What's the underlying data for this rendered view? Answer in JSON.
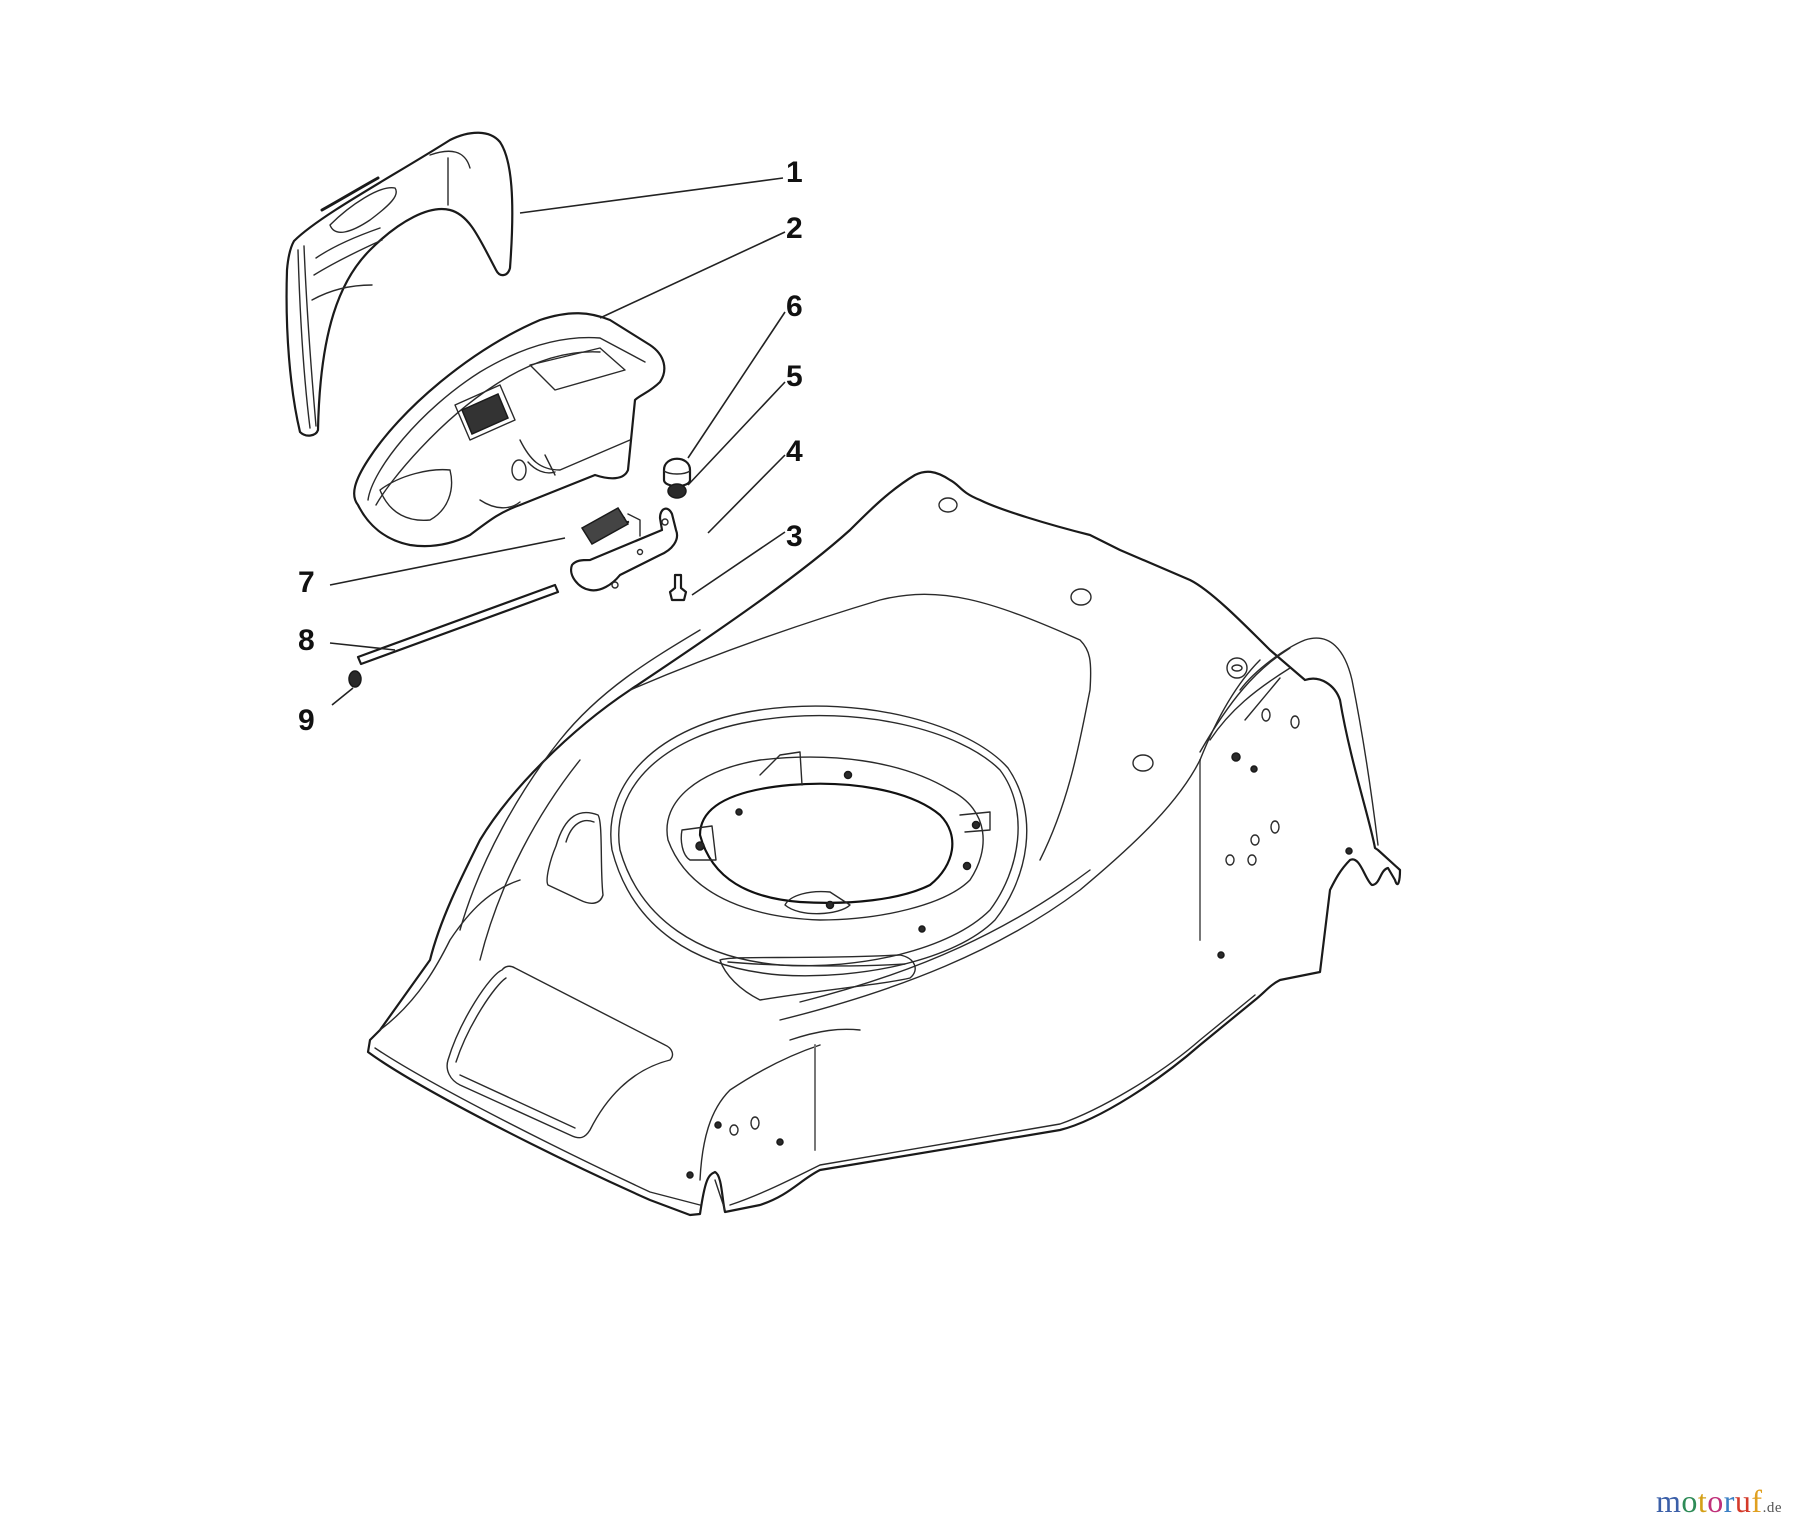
{
  "diagram": {
    "subject": "Lawn mower cutting deck exploded parts view",
    "callouts": [
      {
        "id": "1",
        "label": "1",
        "part": "rear guard / flap cover"
      },
      {
        "id": "2",
        "label": "2",
        "part": "rear discharge cover"
      },
      {
        "id": "3",
        "label": "3",
        "part": "screw"
      },
      {
        "id": "4",
        "label": "4",
        "part": "bracket"
      },
      {
        "id": "5",
        "label": "5",
        "part": "nut"
      },
      {
        "id": "6",
        "label": "6",
        "part": "cap"
      },
      {
        "id": "7",
        "label": "7",
        "part": "spring"
      },
      {
        "id": "8",
        "label": "8",
        "part": "pin / rod"
      },
      {
        "id": "9",
        "label": "9",
        "part": "washer"
      }
    ]
  },
  "watermark": {
    "letters": [
      {
        "ch": "m",
        "color": "#3b5fa8"
      },
      {
        "ch": "o",
        "color": "#2e8b57"
      },
      {
        "ch": "t",
        "color": "#d4a017"
      },
      {
        "ch": "o",
        "color": "#c0307a"
      },
      {
        "ch": "r",
        "color": "#3b7fc4"
      },
      {
        "ch": "u",
        "color": "#d43a2a"
      },
      {
        "ch": "f",
        "color": "#e0a020"
      }
    ],
    "tld": ".de"
  }
}
